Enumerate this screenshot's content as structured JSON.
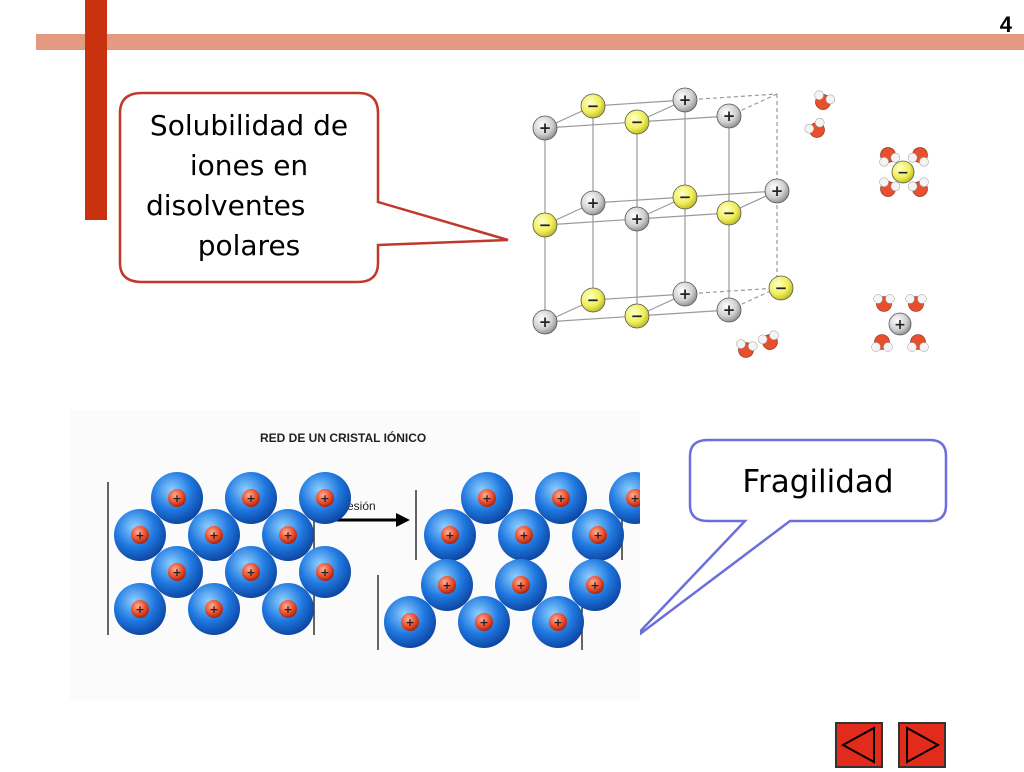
{
  "slide": {
    "number": "4"
  },
  "callouts": {
    "solubility": {
      "lines": [
        "Solubilidad de",
        "iones en",
        "disolventes",
        "polares"
      ]
    },
    "fragility": {
      "text": "Fragilidad"
    }
  },
  "lattice_figure": {
    "cation_symbol": "+",
    "anion_symbol": "−"
  },
  "crystal_figure": {
    "title": "RED DE UN CRISTAL IÓNICO",
    "arrow_label": "Presión",
    "cation_symbol": "+",
    "anion_symbol": "−"
  },
  "navigation": {
    "prev_icon": "triangle-left-icon",
    "next_icon": "triangle-right-icon"
  },
  "colors": {
    "accent_dark": "#c8320f",
    "accent_light": "#e49a80",
    "solubility_callout_border": "#c0392b",
    "fragility_callout_border": "#6b6fdc",
    "anion_yellow": "#f0ef5a",
    "cation_gray": "#d0d0d0",
    "large_ion_blue": "#1f78e0",
    "small_ion_red": "#e84a2a",
    "nav_red": "#e22b1a"
  }
}
